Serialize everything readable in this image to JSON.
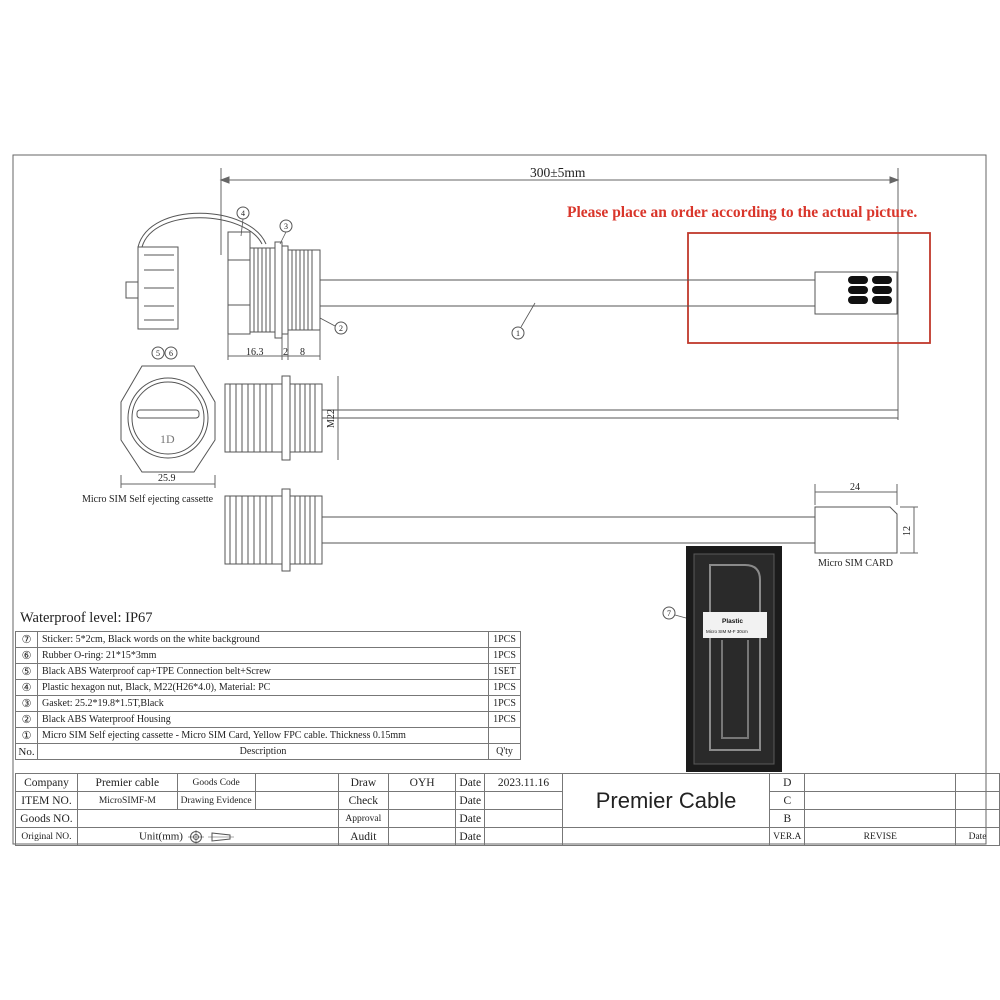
{
  "drawing": {
    "overall_length": "300±5mm",
    "notice": "Please place an order according to the actual picture.",
    "dims": {
      "d_16_3": "16.3",
      "d_2": "2",
      "d_8": "8",
      "m22": "M22",
      "d_25_9": "25.9",
      "d_24": "24",
      "d_12": "12"
    },
    "callouts": {
      "c1": "1",
      "c2": "2",
      "c3": "3",
      "c4": "4",
      "c5": "5",
      "c6": "6",
      "c7": "7"
    },
    "labels": {
      "cassette": "Micro SIM Self ejecting cassette",
      "sim_card": "Micro  SIM CARD",
      "cassette_mark": "1D"
    },
    "photo": {
      "tag_line1": "Plastic",
      "tag_line2": "Micro SIM M-F 30cm"
    },
    "colors": {
      "notice": "#d9362b",
      "highlight_box": "#c0392b",
      "line": "#555555"
    }
  },
  "waterproof_level": "Waterproof level: IP67",
  "parts": [
    {
      "no": "⑦",
      "desc": "Sticker: 5*2cm, Black words on the white background",
      "qty": "1PCS"
    },
    {
      "no": "⑥",
      "desc": "Rubber O-ring: 21*15*3mm",
      "qty": "1PCS"
    },
    {
      "no": "⑤",
      "desc": "Black ABS Waterproof cap+TPE Connection belt+Screw",
      "qty": "1SET"
    },
    {
      "no": "④",
      "desc": "Plastic hexagon nut, Black, M22(H26*4.0), Material: PC",
      "qty": "1PCS"
    },
    {
      "no": "③",
      "desc": "Gasket: 25.2*19.8*1.5T,Black",
      "qty": "1PCS"
    },
    {
      "no": "②",
      "desc": "Black ABS Waterproof Housing",
      "qty": "1PCS"
    },
    {
      "no": "①",
      "desc": "Micro SIM Self ejecting cassette - Micro SIM Card, Yellow FPC cable. Thickness 0.15mm",
      "qty": ""
    }
  ],
  "parts_header": {
    "no": "No.",
    "desc": "Description",
    "qty": "Q'ty"
  },
  "title_block": {
    "company_label": "Company",
    "company": "Premier cable",
    "goods_code_label": "Goods Code",
    "item_no_label": "ITEM NO.",
    "item_no": "MicroSIMF-M",
    "drawing_evidence": "Drawing Evidence",
    "goods_no_label": "Goods NO.",
    "original_no_label": "Original NO.",
    "unit_label": "Unit(mm)",
    "draw_label": "Draw",
    "draw": "OYH",
    "check_label": "Check",
    "approval_label": "Approval",
    "audit_label": "Audit",
    "date_label": "Date",
    "date": "2023.11.16",
    "brand": "Premier Cable",
    "rev_d": "D",
    "rev_c": "C",
    "rev_b": "B",
    "ver": "VER.A",
    "revise": "REVISE",
    "rev_date": "Date"
  }
}
